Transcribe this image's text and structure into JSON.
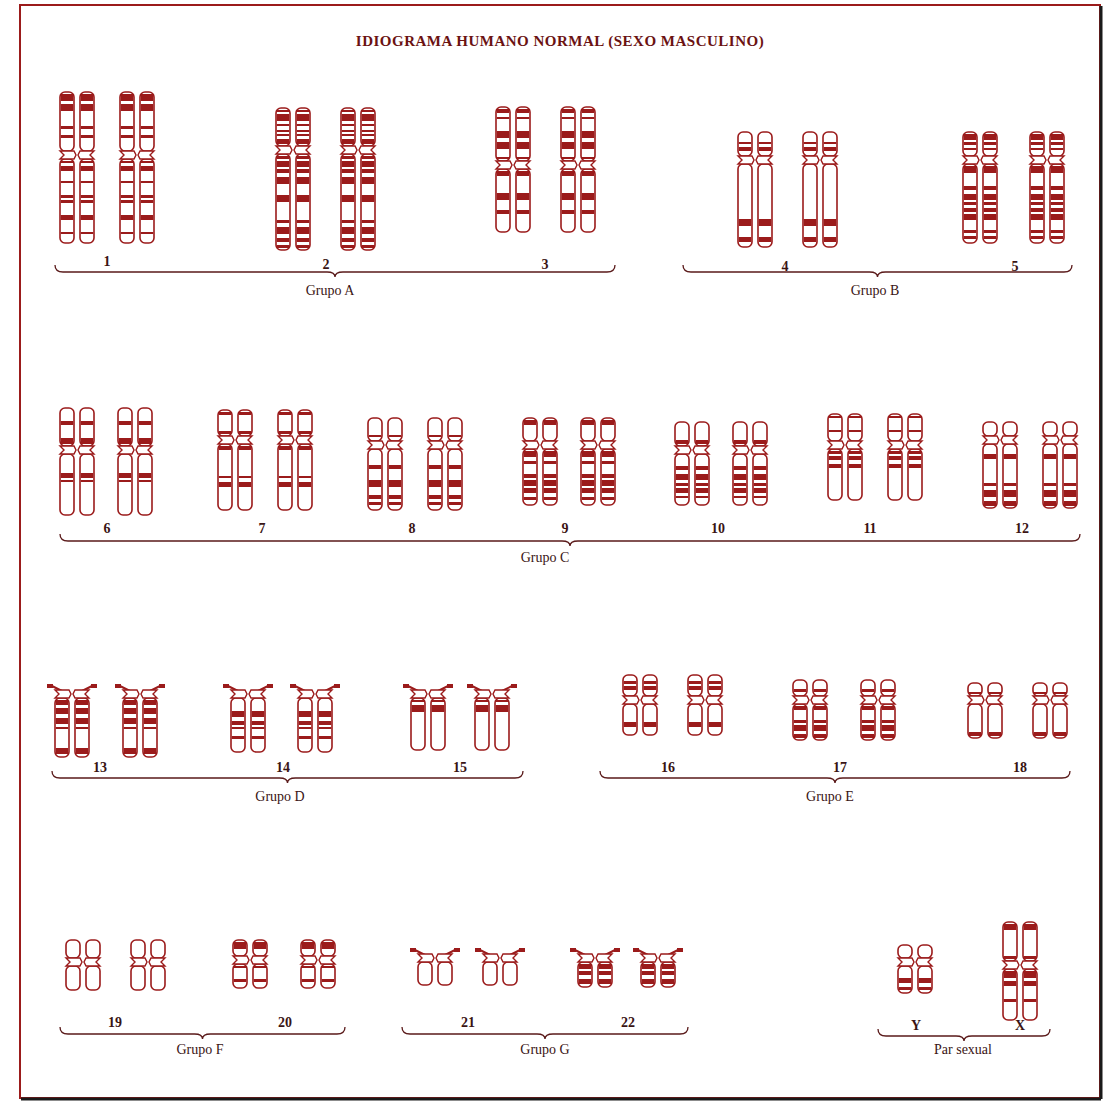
{
  "diagram": {
    "title": "IDIOGRAMA HUMANO NORMAL (SEXO MASCULINO)",
    "labels": [
      "1",
      "2",
      "3",
      "Grupo A",
      "4",
      "5",
      "Grupo B",
      "6",
      "7",
      "8",
      "9",
      "10",
      "11",
      "12",
      "Grupo C",
      "13",
      "14",
      "15",
      "Grupo D",
      "16",
      "17",
      "18",
      "Grupo E",
      "19",
      "20",
      "Grupo F",
      "21",
      "22",
      "Grupo G",
      "Y",
      "X",
      "Par sexual"
    ]
  }
}
